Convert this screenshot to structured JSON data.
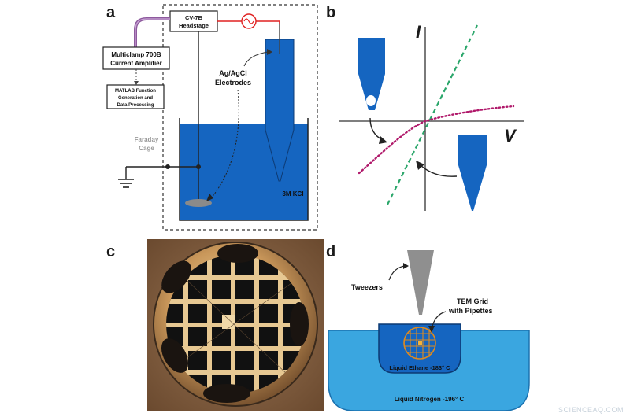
{
  "panel_a": {
    "letter": "a",
    "headstage_line1": "CV-7B",
    "headstage_line2": "Headstage",
    "amplifier_line1": "Multiclamp 700B",
    "amplifier_line2": "Current Amplifier",
    "matlab_line1": "MATLAB Function",
    "matlab_line2": "Generation and",
    "matlab_line3": "Data Processing",
    "cage_line1": "Faraday",
    "cage_line2": "Cage",
    "electrodes_line1": "Ag/AgCl",
    "electrodes_line2": "Electrodes",
    "solution": "3M KCl"
  },
  "panel_b": {
    "letter": "b",
    "y_axis": "I",
    "x_axis": "V"
  },
  "panel_c": {
    "letter": "c"
  },
  "panel_d": {
    "letter": "d",
    "tweezers": "Tweezers",
    "grid_line1": "TEM Grid",
    "grid_line2": "with Pipettes",
    "ethane": "Liquid Ethane -183° C",
    "nitrogen": "Liquid Nitrogen -196° C"
  },
  "watermark": "SCIENCEAQ.COM",
  "colors": {
    "liquid_blue": "#1565c0",
    "light_blue": "#29a3df",
    "grid_orange": "#e08a1e",
    "dashed_green": "#2aa66a",
    "dotted_magenta": "#b0186a",
    "cable_purple": "#8e5a9e",
    "source_red": "#e02020"
  }
}
